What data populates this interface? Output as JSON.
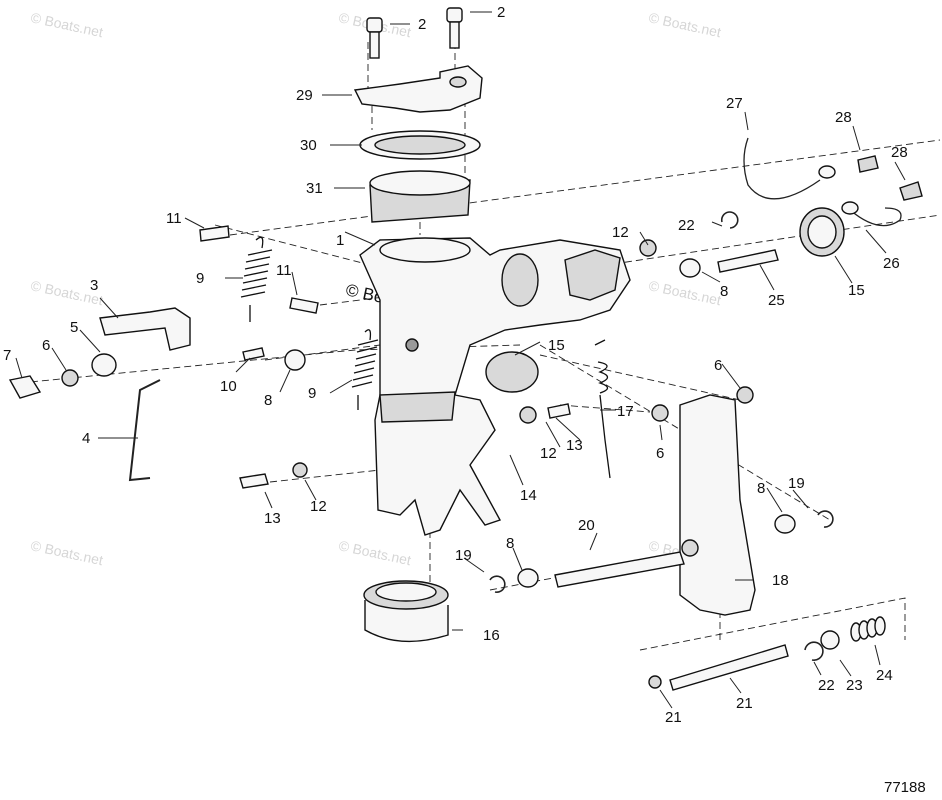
{
  "watermark": "© Boats.net",
  "drawing_number": "77188",
  "callouts": [
    "1",
    "2",
    "2",
    "3",
    "4",
    "5",
    "6",
    "6",
    "6",
    "7",
    "8",
    "8",
    "8",
    "8",
    "8",
    "9",
    "9",
    "10",
    "11",
    "11",
    "12",
    "12",
    "12",
    "12",
    "13",
    "13",
    "14",
    "15",
    "15",
    "15",
    "16",
    "17",
    "18",
    "19",
    "19",
    "20",
    "21",
    "21",
    "22",
    "22",
    "23",
    "24",
    "25",
    "26",
    "27",
    "28",
    "28",
    "29",
    "30",
    "31"
  ]
}
